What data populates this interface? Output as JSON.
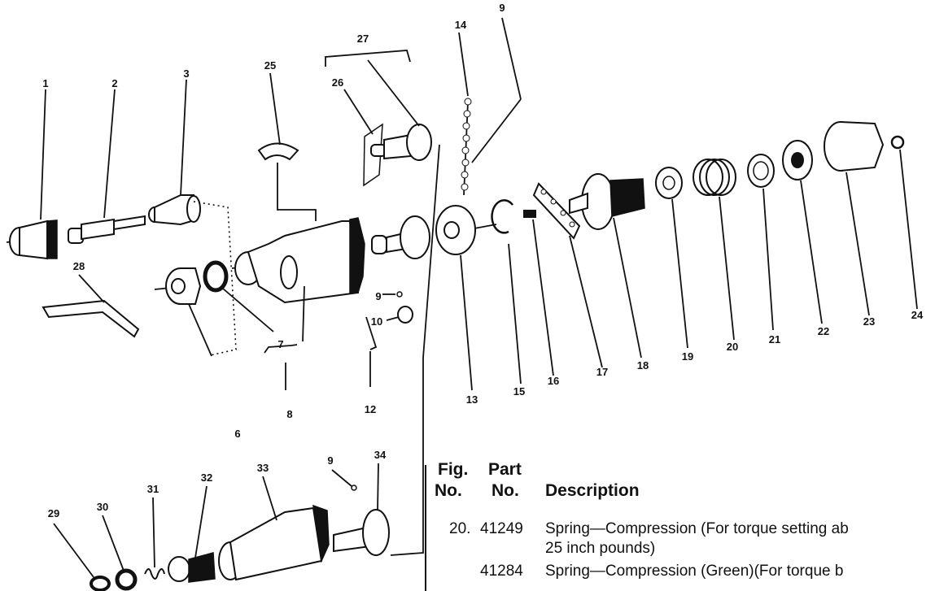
{
  "callouts": [
    "1",
    "2",
    "3",
    "6",
    "7",
    "8",
    "9",
    "10",
    "12",
    "13",
    "14",
    "15",
    "16",
    "17",
    "18",
    "19",
    "20",
    "21",
    "22",
    "23",
    "24",
    "25",
    "26",
    "27",
    "28",
    "29",
    "30",
    "31",
    "32",
    "33",
    "34"
  ],
  "table": {
    "header_fig_1": "Fig.",
    "header_fig_2": "No.",
    "header_part_1": "Part",
    "header_part_2": "No.",
    "header_desc": "Description",
    "rows": [
      {
        "fig": "20.",
        "part": "41249",
        "desc": "Spring—Compression (For torque setting ab"
      },
      {
        "fig": "",
        "part": "",
        "desc": "25 inch pounds)"
      },
      {
        "fig": "",
        "part": "41284",
        "desc": "Spring—Compression (Green)(For torque b"
      }
    ]
  }
}
